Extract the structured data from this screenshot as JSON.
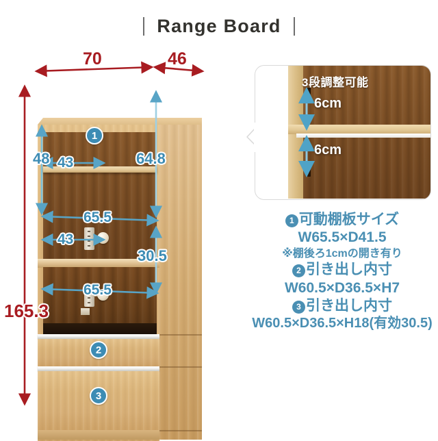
{
  "header": {
    "title": "Range Board"
  },
  "diagram": {
    "width_top": "70",
    "width_side": "46",
    "height_total": "165.3",
    "upper_shelf_height": "48",
    "upper_opening_height": "64.8",
    "upper_inner_depth": "43",
    "upper_inner_width": "65.5",
    "lower_inner_depth": "43",
    "lower_opening_height": "30.5",
    "lower_inner_width": "65.5",
    "badges": {
      "shelf": "1",
      "drawer_small": "2",
      "drawer_large": "3"
    }
  },
  "callout": {
    "title": "3段調整可能",
    "gap_top": "6cm",
    "gap_bottom": "6cm"
  },
  "specs": [
    {
      "badge": "1",
      "head": "可動棚板サイズ",
      "value": "W65.5×D41.5",
      "note": "※棚後ろ1cmの開き有り"
    },
    {
      "badge": "2",
      "head": "引き出し内寸",
      "value": "W60.5×D36.5×H7",
      "note": ""
    },
    {
      "badge": "3",
      "head": "引き出し内寸",
      "value": "W60.5×D36.5×H18(有効30.5)",
      "note": ""
    }
  ],
  "colors": {
    "red": "#a81c21",
    "blue": "#3d8cb4",
    "text_blue": "#4a8fb3",
    "title": "#33322e"
  }
}
